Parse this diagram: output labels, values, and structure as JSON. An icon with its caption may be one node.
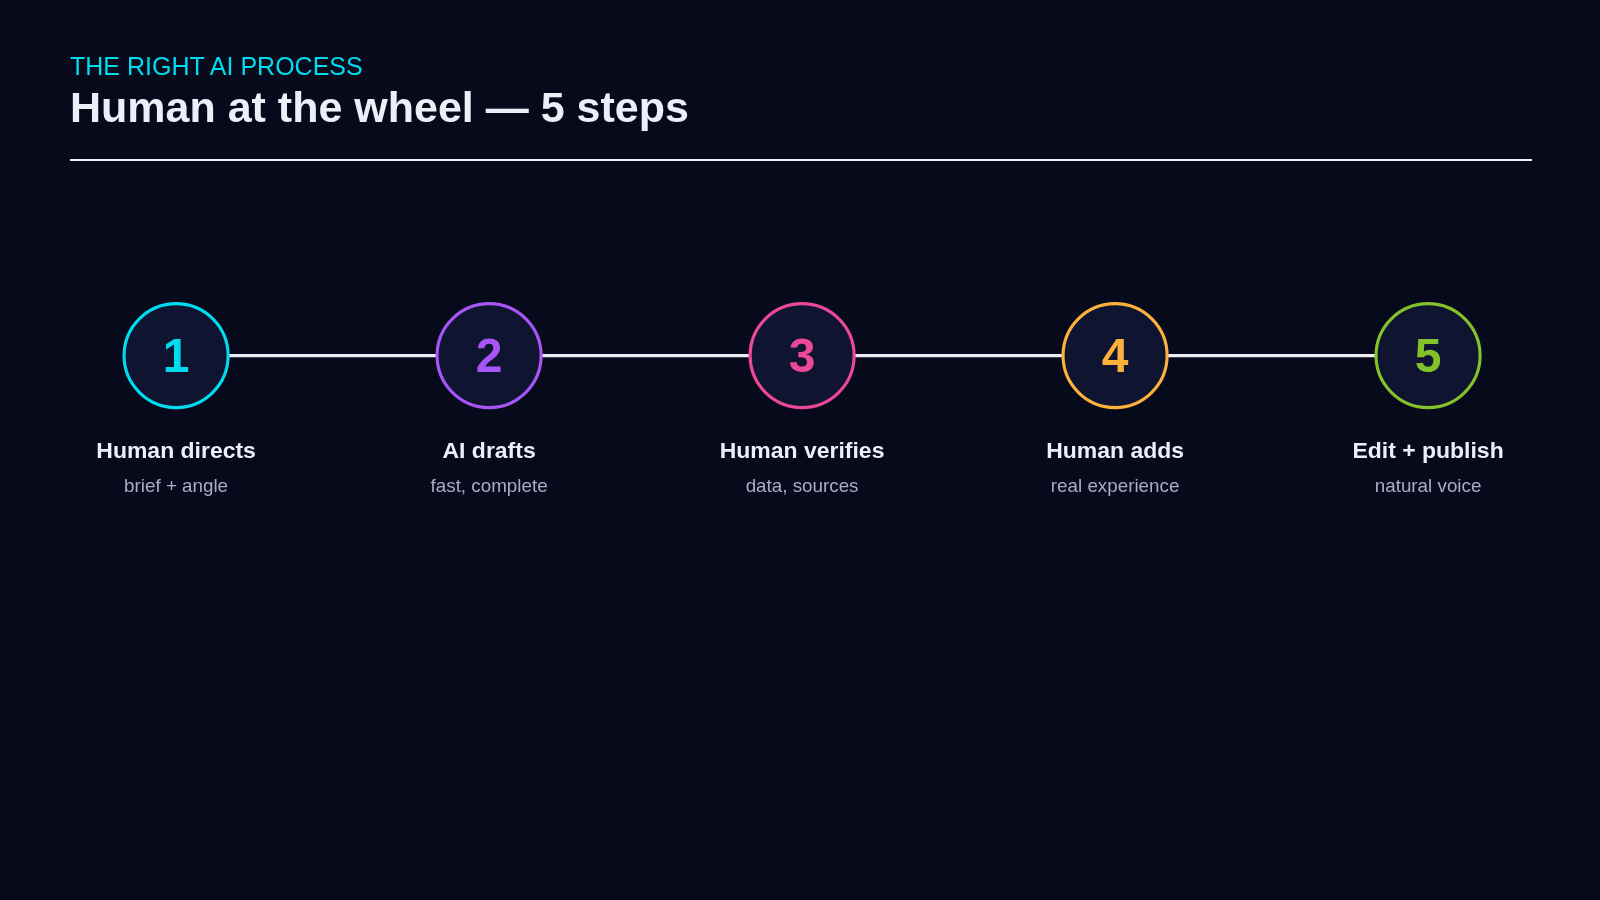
{
  "diagram": {
    "title": "Human at the wheel — 5 steps",
    "nodes": [
      {
        "text": [
          "1"
        ],
        "beside": [
          "Human directs",
          "brief + angle"
        ]
      },
      {
        "text": [
          "2"
        ],
        "beside": [
          "AI drafts",
          "fast, complete"
        ]
      },
      {
        "text": [
          "3"
        ],
        "beside": [
          "Human verifies",
          "data, sources"
        ]
      },
      {
        "text": [
          "4"
        ],
        "beside": [
          "Human adds",
          "real experience"
        ]
      },
      {
        "text": [
          "5"
        ],
        "beside": [
          "Edit + publish",
          "natural voice"
        ]
      }
    ],
    "edges": [
      {
        "from": 0,
        "to": 1,
        "arrow": "none"
      },
      {
        "from": 1,
        "to": 2,
        "arrow": "none"
      },
      {
        "from": 2,
        "to": 3,
        "arrow": "none"
      },
      {
        "from": 3,
        "to": 4,
        "arrow": "none"
      }
    ],
    "labels": [
      "THE RIGHT AI PROCESS"
    ]
  }
}
